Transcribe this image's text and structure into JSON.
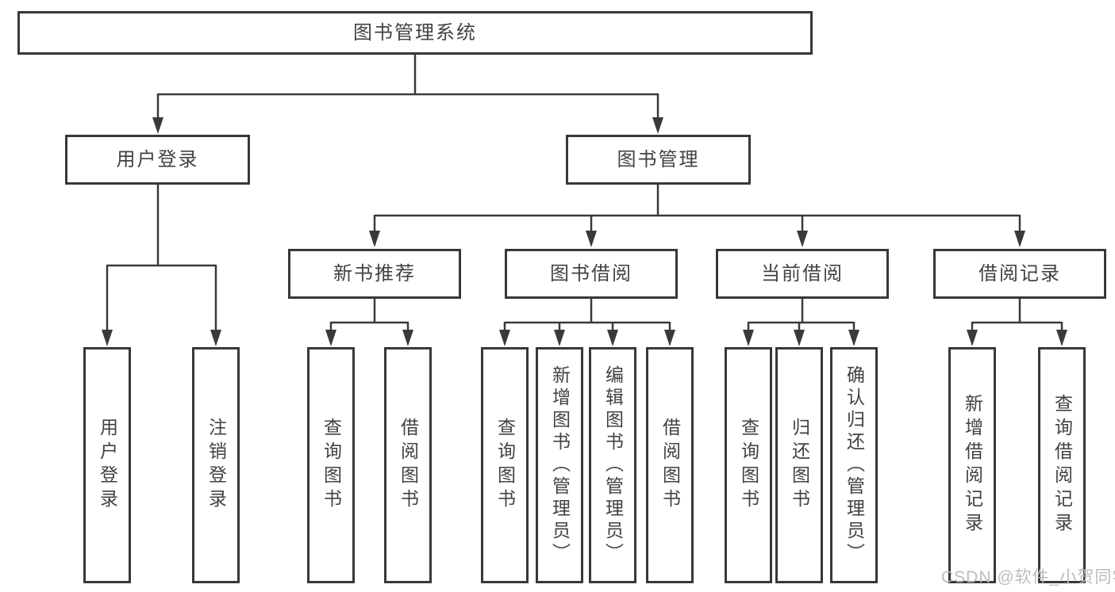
{
  "diagram": {
    "root": {
      "label": "图书管理系统"
    },
    "level2": [
      {
        "label": "用户登录"
      },
      {
        "label": "图书管理"
      }
    ],
    "level3": [
      {
        "label": "新书推荐"
      },
      {
        "label": "图书借阅"
      },
      {
        "label": "当前借阅"
      },
      {
        "label": "借阅记录"
      }
    ],
    "leaves": [
      {
        "label": "用户登录"
      },
      {
        "label": "注销登录"
      },
      {
        "label": "查询图书"
      },
      {
        "label": "借阅图书"
      },
      {
        "label": "查询图书"
      },
      {
        "label": "新增图书（管理员）"
      },
      {
        "label": "编辑图书（管理员）"
      },
      {
        "label": "借阅图书"
      },
      {
        "label": "查询图书"
      },
      {
        "label": "归还图书"
      },
      {
        "label": "确认归还（管理员）"
      },
      {
        "label": "新增借阅记录"
      },
      {
        "label": "查询借阅记录"
      }
    ],
    "colors": {
      "line": "#3a3a3a",
      "box_border": "#383838",
      "box_fill": "#ffffff",
      "text": "#424242",
      "watermark": "#b9b9b9"
    },
    "watermark": "CSDN @软件_小贺同学"
  }
}
